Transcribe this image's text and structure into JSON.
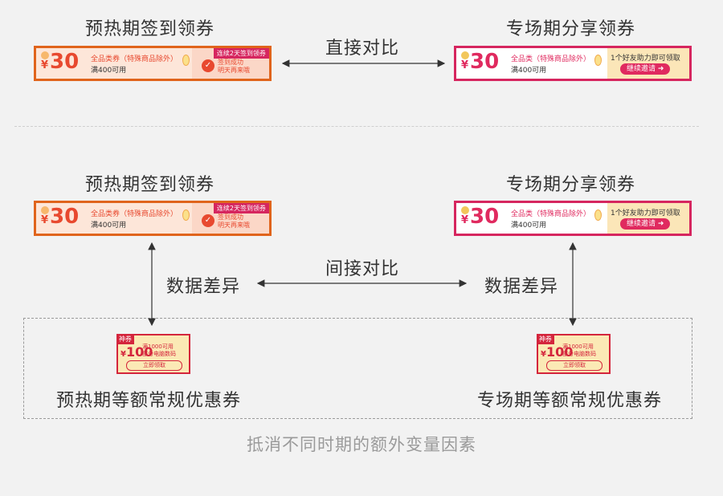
{
  "colors": {
    "warm_border": "#e0641c",
    "pink_border": "#d6265f",
    "text": "#333333",
    "footer_text": "#9a9a9a"
  },
  "top": {
    "left_title": "预热期签到领券",
    "right_title": "专场期分享领券",
    "compare_label": "直接对比"
  },
  "middle": {
    "left_title": "预热期签到领券",
    "right_title": "专场期分享领券",
    "left_diff": "数据差异",
    "right_diff": "数据差异",
    "compare_label": "间接对比"
  },
  "bottom": {
    "left_title": "预热期等额常规优惠券",
    "right_title": "专场期等额常规优惠券"
  },
  "footer": "抵消不同时期的额外变量因素",
  "coupon_warm": {
    "yen": "¥",
    "amount": "30",
    "desc": "全品类券（特殊商品除外）",
    "condition": "满400可用",
    "side_tag": "连续2天签到领券",
    "side_note": "签到成功\n明天再来哦",
    "check_icon": "check-icon"
  },
  "coupon_pink": {
    "yen": "¥",
    "amount": "30",
    "desc": "全品类（特殊商品除外）",
    "condition": "满400可用",
    "side_title": "1个好友助力即可领取",
    "invite_label": "继续邀请 ➜"
  },
  "small_coupon": {
    "tag": "神券",
    "yen": "¥",
    "amount": "100",
    "condition": "满1000可用\n部分电脑数码",
    "button": "立即领取"
  }
}
